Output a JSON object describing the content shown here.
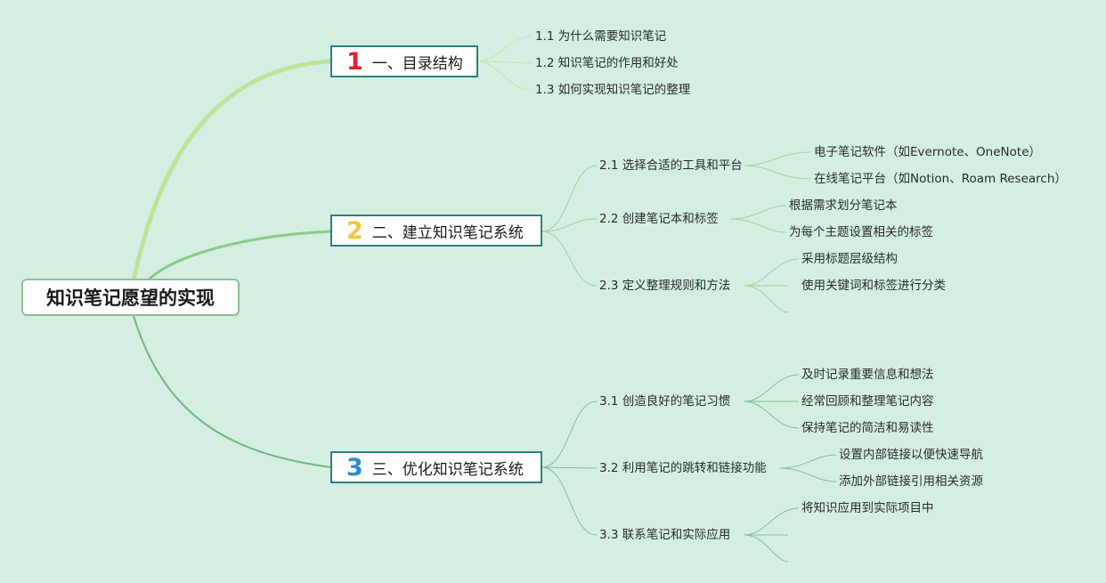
{
  "root": {
    "title": "知识笔记愿望的实现"
  },
  "colors": {
    "background": "#d4efe2",
    "branch1_line": "#bde39a",
    "branch2_line": "#8cc98c",
    "branch3_line": "#74b483",
    "badge1": "#e1232f",
    "badge2": "#f2c73a",
    "badge3": "#2c8ad0"
  },
  "branches": [
    {
      "badge": "1",
      "label": "一、目录结构",
      "children": [
        {
          "label": "1.1 为什么需要知识笔记"
        },
        {
          "label": "1.2 知识笔记的作用和好处"
        },
        {
          "label": "1.3 如何实现知识笔记的整理"
        }
      ]
    },
    {
      "badge": "2",
      "label": "二、建立知识笔记系统",
      "children": [
        {
          "label": "2.1 选择合适的工具和平台",
          "children": [
            {
              "label": "电子笔记软件（如Evernote、OneNote）"
            },
            {
              "label": "在线笔记平台（如Notion、Roam Research）"
            }
          ]
        },
        {
          "label": "2.2 创建笔记本和标签",
          "children": [
            {
              "label": "根据需求划分笔记本"
            },
            {
              "label": "为每个主题设置相关的标签"
            }
          ]
        },
        {
          "label": "2.3 定义整理规则和方法",
          "children": [
            {
              "label": "采用标题层级结构"
            },
            {
              "label": "使用关键词和标签进行分类"
            },
            {
              "label": ""
            }
          ]
        }
      ]
    },
    {
      "badge": "3",
      "label": "三、优化知识笔记系统",
      "children": [
        {
          "label": "3.1 创造良好的笔记习惯",
          "children": [
            {
              "label": "及时记录重要信息和想法"
            },
            {
              "label": "经常回顾和整理笔记内容"
            },
            {
              "label": "保持笔记的简洁和易读性"
            }
          ]
        },
        {
          "label": "3.2 利用笔记的跳转和链接功能",
          "children": [
            {
              "label": "设置内部链接以便快速导航"
            },
            {
              "label": "添加外部链接引用相关资源"
            }
          ]
        },
        {
          "label": "3.3 联系笔记和实际应用",
          "children": [
            {
              "label": "将知识应用到实际项目中"
            },
            {
              "label": ""
            },
            {
              "label": ""
            }
          ]
        }
      ]
    }
  ]
}
